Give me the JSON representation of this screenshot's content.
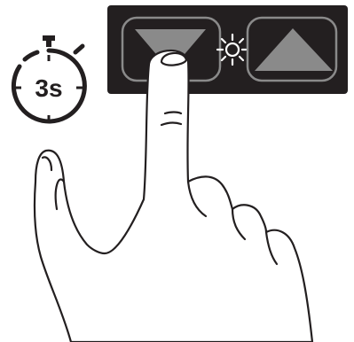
{
  "timer": {
    "label": "3s",
    "icon": "stopwatch-icon"
  },
  "control_panel": {
    "buttons": [
      {
        "name": "decrease-button",
        "icon": "triangle-down-icon",
        "state": "pressed"
      },
      {
        "name": "increase-button",
        "icon": "triangle-up-icon",
        "state": "normal"
      }
    ],
    "indicator_icon": "indicator-light-icon"
  },
  "colors": {
    "panel": "#231f20",
    "button_fill": "#8a8a8a",
    "outline": "#231f20",
    "light": "#ffffff"
  }
}
